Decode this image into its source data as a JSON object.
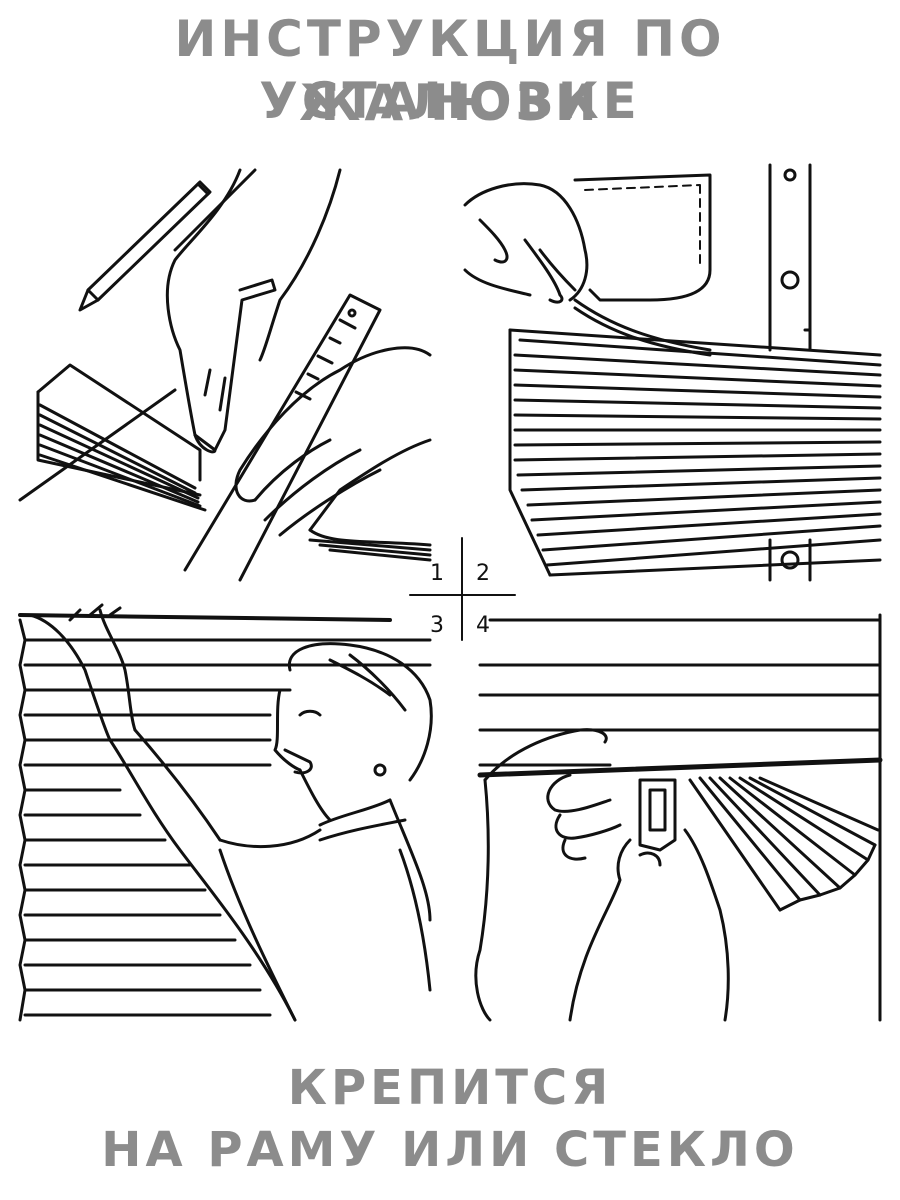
{
  "title": {
    "line1": "ИНСТРУКЦИЯ ПО УСТАНОВКЕ",
    "line2": "ЖАЛЮЗИ"
  },
  "steps": [
    {
      "number": "1",
      "illustration": "cutting-blind-with-knife"
    },
    {
      "number": "2",
      "illustration": "peeling-adhesive-tape"
    },
    {
      "number": "3",
      "illustration": "woman-pressing-blind-to-window"
    },
    {
      "number": "4",
      "illustration": "clipping-blind-to-frame"
    }
  ],
  "footer": {
    "line1": "КРЕПИТСЯ",
    "line2": "НА РАМУ ИЛИ СТЕКЛО"
  },
  "colors": {
    "heading_text": "#8c8c8c",
    "line_art": "#111111",
    "background": "#ffffff"
  }
}
